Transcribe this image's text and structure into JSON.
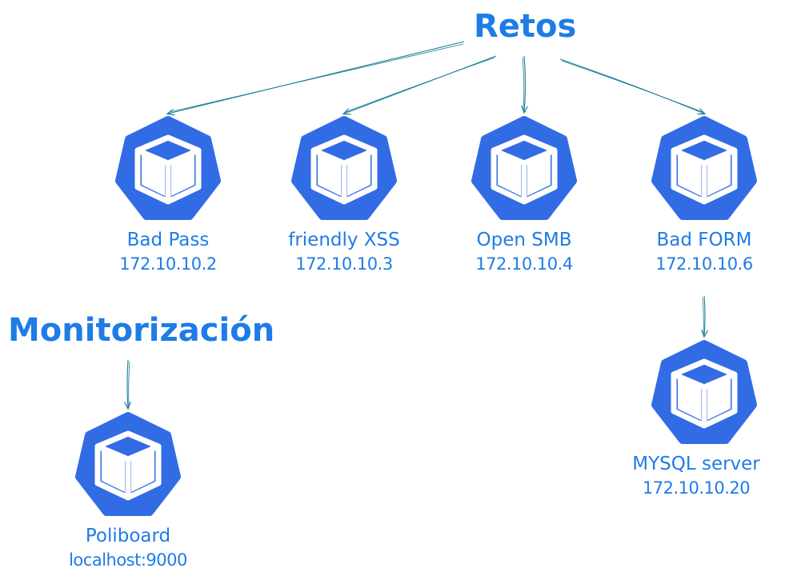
{
  "titles": {
    "retos": "Retos",
    "monitorizacion": "Monitorización"
  },
  "nodes": [
    {
      "id": "bad-pass",
      "name": "Bad Pass",
      "address": "172.10.10.2",
      "icon": "kubernetes-pod-icon"
    },
    {
      "id": "friendly-xss",
      "name": "friendly XSS",
      "address": "172.10.10.3",
      "icon": "kubernetes-pod-icon"
    },
    {
      "id": "open-smb",
      "name": "Open SMB",
      "address": "172.10.10.4",
      "icon": "kubernetes-pod-icon"
    },
    {
      "id": "bad-form",
      "name": "Bad FORM",
      "address": "172.10.10.6",
      "icon": "kubernetes-pod-icon"
    },
    {
      "id": "mysql-server",
      "name": "MYSQL server",
      "address": "172.10.10.20",
      "icon": "kubernetes-pod-icon"
    },
    {
      "id": "poliboard",
      "name": "Poliboard",
      "address": "localhost:9000",
      "icon": "kubernetes-pod-icon"
    }
  ],
  "edges": [
    {
      "from": "retos",
      "to": "bad-pass"
    },
    {
      "from": "retos",
      "to": "friendly-xss"
    },
    {
      "from": "retos",
      "to": "open-smb"
    },
    {
      "from": "retos",
      "to": "bad-form"
    },
    {
      "from": "bad-form",
      "to": "mysql-server"
    },
    {
      "from": "monitorizacion",
      "to": "poliboard"
    }
  ],
  "colors": {
    "title": "#1e7ce6",
    "icon_fill": "#326ce5",
    "icon_cube": "#ffffff",
    "arrow": "#1a7f9c"
  }
}
